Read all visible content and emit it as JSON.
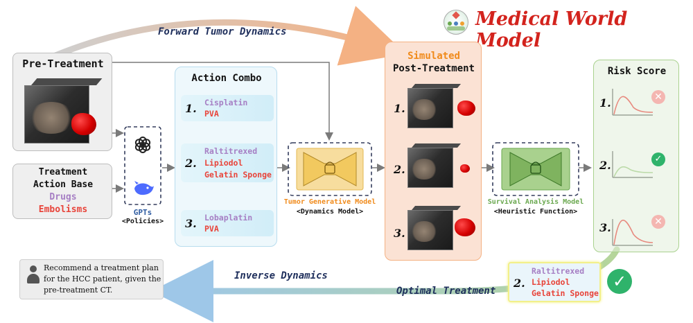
{
  "header": {
    "title": "Medical World Model",
    "title_color": "#d3231d"
  },
  "flows": {
    "forward": "Forward Tumor Dynamics",
    "inverse": "Inverse Dynamics",
    "optimal": "Optimal Treatment"
  },
  "pretreatment": {
    "title": "Pre-Treatment"
  },
  "action_base": {
    "title_line1": "Treatment",
    "title_line2": "Action Base",
    "drugs": "Drugs",
    "embolisms": "Embolisms"
  },
  "gpts": {
    "label": "GPTs",
    "sublabel": "<Policies>",
    "icons": [
      "openai-icon",
      "deepseek-whale-icon"
    ]
  },
  "action_combo": {
    "title": "Action Combo",
    "items": [
      {
        "num": "1.",
        "drugs": [
          "Cisplatin"
        ],
        "embolisms": [
          "PVA"
        ]
      },
      {
        "num": "2.",
        "drugs": [
          "Raltitrexed"
        ],
        "embolisms": [
          "Lipiodol",
          "Gelatin Sponge"
        ]
      },
      {
        "num": "3.",
        "drugs": [
          "Lobaplatin"
        ],
        "embolisms": [
          "PVA"
        ]
      }
    ]
  },
  "tumor_model": {
    "label": "Tumor Generative Model",
    "sublabel": "<Dynamics Model>",
    "label_color": "#f08a1a"
  },
  "simulated": {
    "title_line1": "Simulated",
    "title_line2": "Post-Treatment",
    "items": [
      "1.",
      "2.",
      "3."
    ]
  },
  "survival_model": {
    "label": "Survival Analysis Model",
    "sublabel": "<Heuristic Function>",
    "label_color": "#6aa84f"
  },
  "risk": {
    "title": "Risk Score",
    "items": [
      {
        "num": "1.",
        "status": "rejected"
      },
      {
        "num": "2.",
        "status": "accepted"
      },
      {
        "num": "3.",
        "status": "rejected"
      }
    ]
  },
  "prompt": {
    "text_line1": "Recommend a treatment plan",
    "text_line2": "for the HCC patient, given the",
    "text_line3": "pre-treatment CT."
  },
  "optimal": {
    "num": "2.",
    "drug": "Raltitrexed",
    "embolism_1": "Lipiodol",
    "embolism_2": "Gelatin Sponge"
  }
}
